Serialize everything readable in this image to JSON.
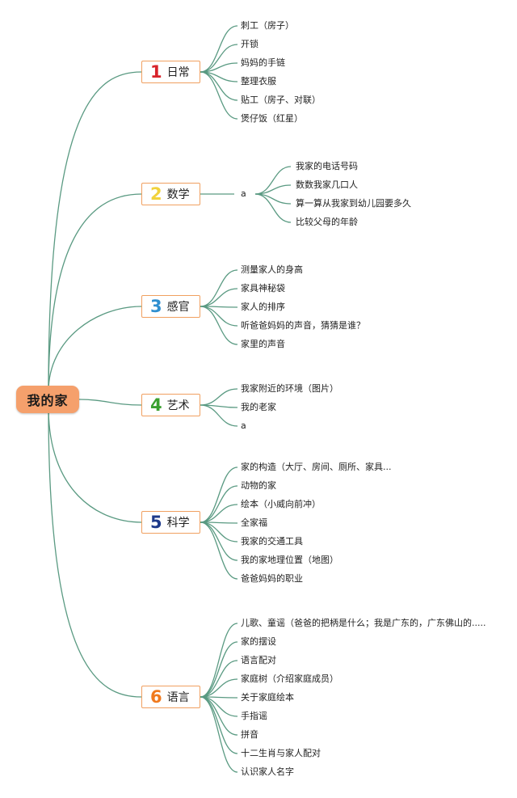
{
  "root": {
    "label": "我的家"
  },
  "branches": [
    {
      "num": "1",
      "label": "日常",
      "color": "#d8232a",
      "items": [
        "刺工（房子）",
        "开锁",
        "妈妈的手链",
        "整理衣服",
        "贴工（房子、对联）",
        "煲仔饭（红星）"
      ]
    },
    {
      "num": "2",
      "label": "数学",
      "color": "#f1d23c",
      "mid": "a",
      "items": [
        "我家的电话号码",
        "数数我家几口人",
        "算一算从我家到幼儿园要多久",
        "比较父母的年龄"
      ]
    },
    {
      "num": "3",
      "label": "感官",
      "color": "#2f8fd0",
      "items": [
        "测量家人的身高",
        "家具神秘袋",
        "家人的排序",
        "听爸爸妈妈的声音，猜猜是谁？",
        "家里的声音"
      ]
    },
    {
      "num": "4",
      "label": "艺术",
      "color": "#3aa030",
      "items": [
        "我家附近的环境（图片）",
        "我的老家",
        "a"
      ]
    },
    {
      "num": "5",
      "label": "科学",
      "color": "#1e3a8a",
      "items": [
        "家的构造（大厅、房间、厕所、家具...",
        "动物的家",
        "绘本（小威向前冲）",
        "全家福",
        "我家的交通工具",
        "我的家地理位置（地图）",
        "爸爸妈妈的职业"
      ]
    },
    {
      "num": "6",
      "label": "语言",
      "color": "#f07a1e",
      "items": [
        "儿歌、童谣（爸爸的把柄是什么；我是广东的，广东佛山的.....",
        "家的摆设",
        "语言配对",
        "家庭树（介绍家庭成员）",
        "关于家庭绘本",
        "手指谣",
        "拼音",
        "十二生肖与家人配对",
        "认识家人名字"
      ]
    }
  ],
  "colors": {
    "line": "#5a9a82",
    "branch_border": "#f0a060",
    "root_bg": "#f5a06c"
  }
}
